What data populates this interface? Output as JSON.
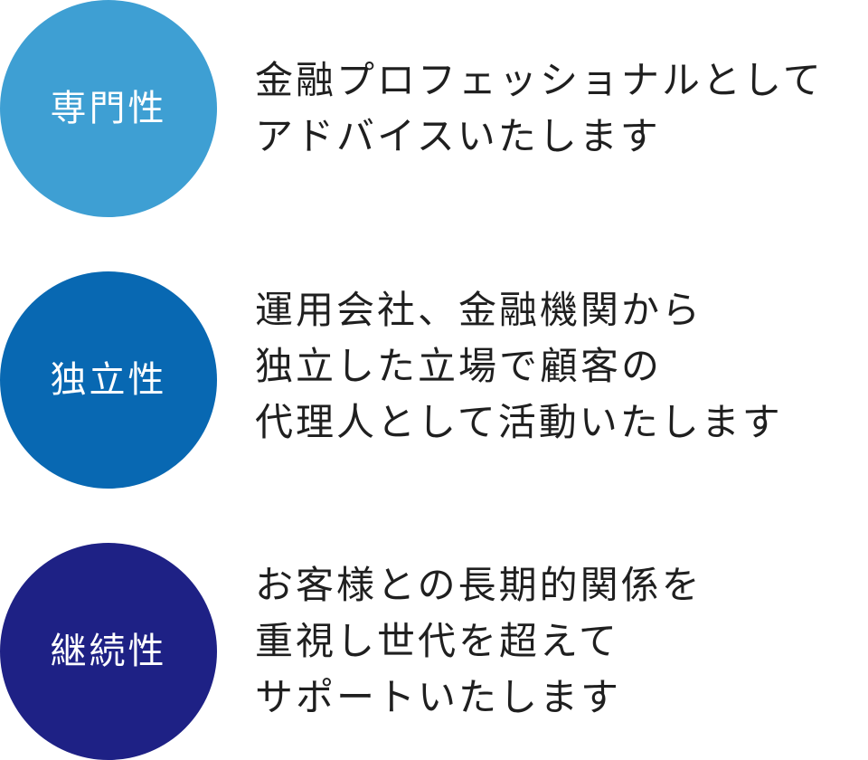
{
  "features": [
    {
      "label": "専門性",
      "color": "#3e9fd3",
      "lines": [
        "金融プロフェッショナルとして",
        "アドバイスいたします"
      ]
    },
    {
      "label": "独立性",
      "color": "#0868b2",
      "lines": [
        "運用会社、金融機関から",
        "独立した立場で顧客の",
        "代理人として活動いたします"
      ]
    },
    {
      "label": "継続性",
      "color": "#1e2185",
      "lines": [
        "お客様との長期的関係を",
        "重視し世代を超えて",
        "サポートいたします"
      ]
    }
  ]
}
